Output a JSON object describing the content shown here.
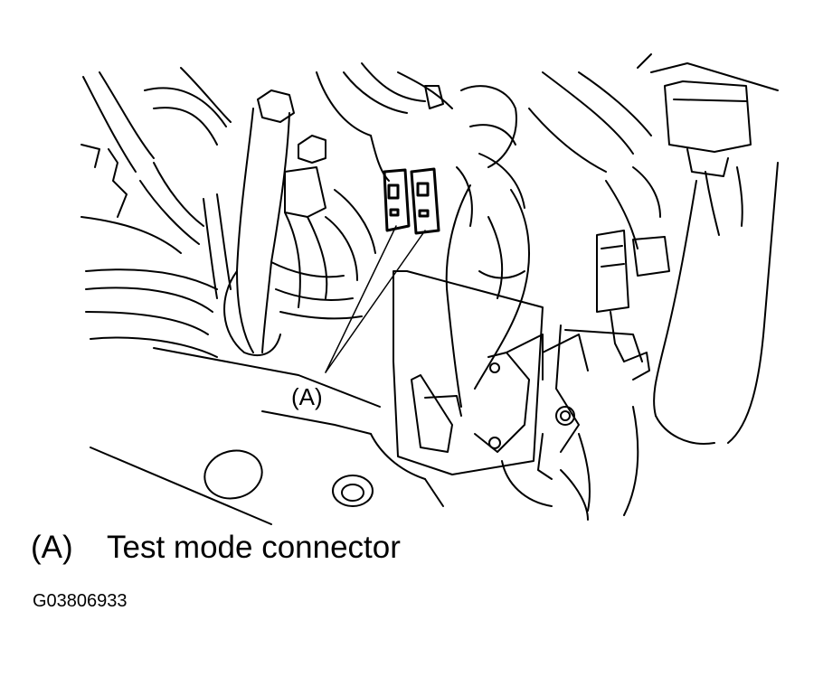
{
  "callout": {
    "label": "(A)"
  },
  "legend": {
    "key": "(A)",
    "description": "Test mode connector"
  },
  "figure_id": "G03806933"
}
